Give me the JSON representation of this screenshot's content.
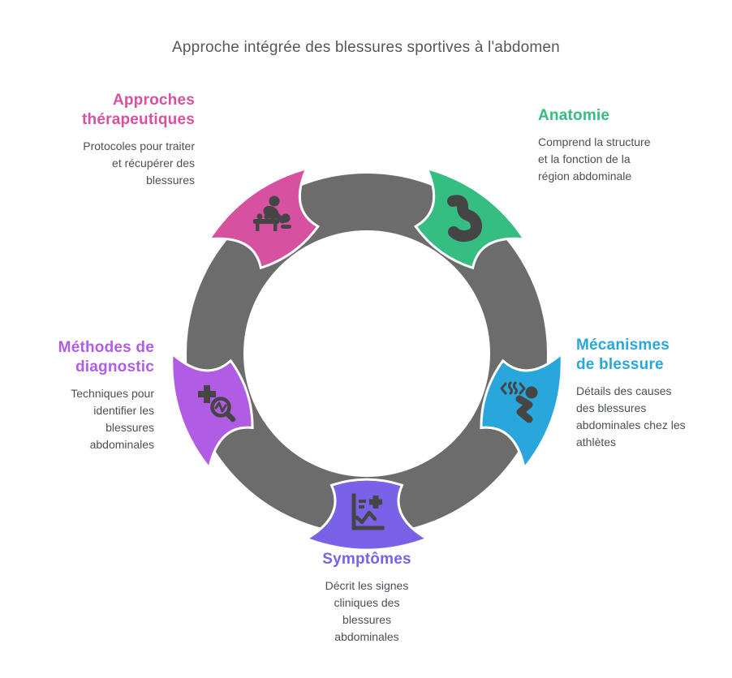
{
  "title": "Approche intégrée des blessures sportives à l'abdomen",
  "background": "#ffffff",
  "ring_color": "#6c6c6c",
  "icon_color": "#454545",
  "description_color": "#4b4f58",
  "title_color": "#55575c",
  "sections": [
    {
      "id": "anatomie",
      "label": "Anatomie",
      "description": "Comprend la structure et la fonction de la région abdominale",
      "color": "#35bd82",
      "icon": "stomach-icon"
    },
    {
      "id": "mecanismes-de-blessure",
      "label": "Mécanismes de blessure",
      "description": "Détails des causes des blessures abdominales chez les athlètes",
      "color": "#29a7dc",
      "icon": "running-injury-icon"
    },
    {
      "id": "symptomes",
      "label": "Symptômes",
      "description": "Décrit les signes cliniques des blessures abdominales",
      "color": "#7a62e8",
      "icon": "health-chart-icon"
    },
    {
      "id": "methodes-de-diagnostic",
      "label": "Méthodes de diagnostic",
      "description": "Techniques pour identifier les blessures abdominales",
      "color": "#b15ce4",
      "icon": "diagnostic-search-icon"
    },
    {
      "id": "approches-therapeutiques",
      "label": "Approches thérapeutiques",
      "description": "Protocoles pour traiter et récupérer des blessures",
      "color": "#d6519f",
      "icon": "physiotherapy-icon"
    }
  ]
}
